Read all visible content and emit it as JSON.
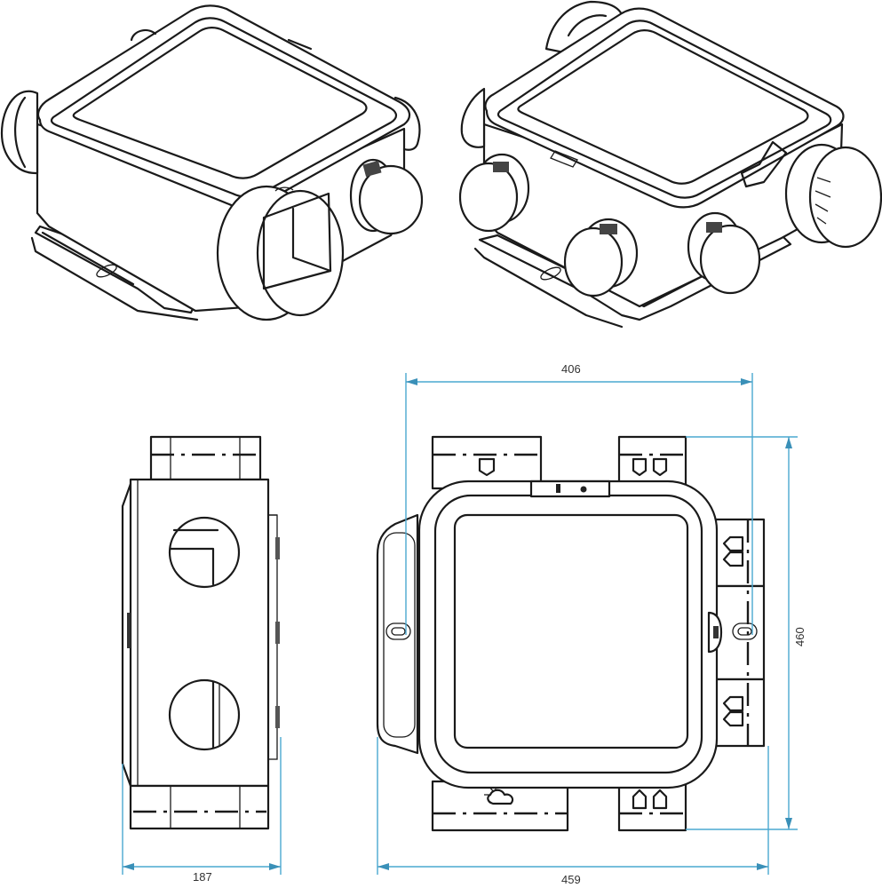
{
  "drawing": {
    "type": "technical product drawing",
    "subject": "ventilation plenum box with duct spigots",
    "views": [
      {
        "name": "isometric-view-left",
        "description": "Perspective view with rectangular outlet and round spigot"
      },
      {
        "name": "isometric-view-right",
        "description": "Perspective view with multiple round spigots"
      },
      {
        "name": "side-view",
        "description": "Side elevation with two circular ports"
      },
      {
        "name": "top-view",
        "description": "Plan view with spigots on three sides"
      }
    ],
    "colors": {
      "line": "#1a1a1a",
      "dimension": "#4aa8d0",
      "background": "#ffffff"
    }
  },
  "dimensions": {
    "top_width": "406",
    "height": "460",
    "side_depth": "187",
    "overall_width": "459"
  }
}
